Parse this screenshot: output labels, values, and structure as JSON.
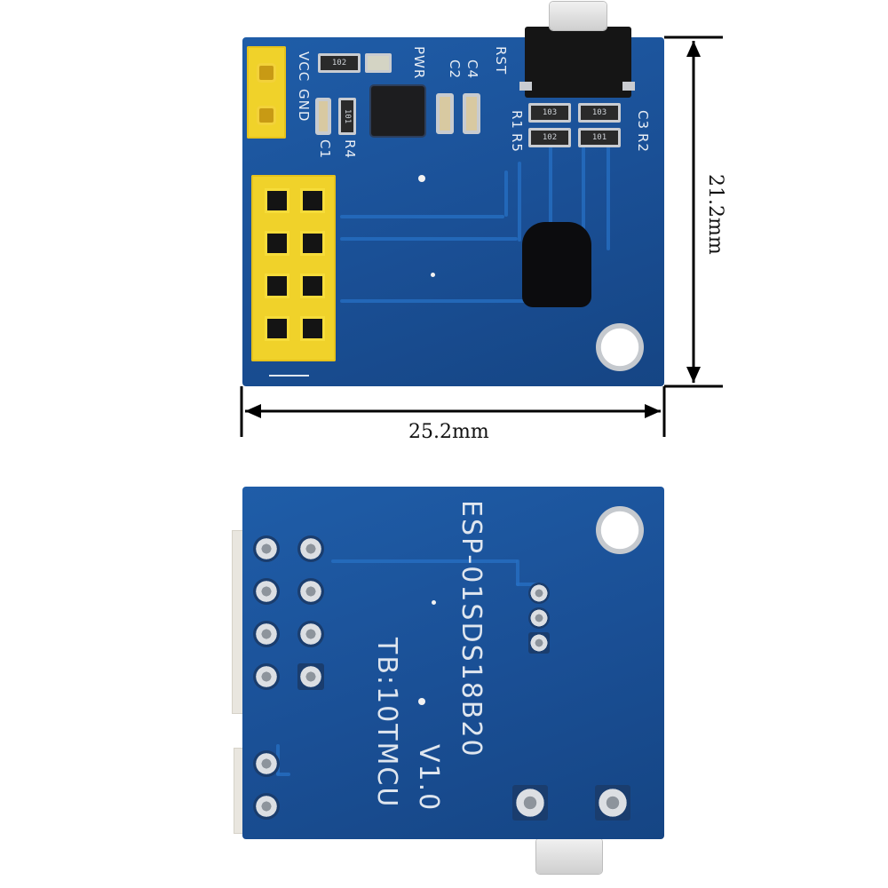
{
  "dimensions": {
    "width_label": "25.2mm",
    "height_label": "21.2mm"
  },
  "front": {
    "silkscreen": {
      "vcc": "VCC",
      "gnd": "GND",
      "pwr": "PWR",
      "rst": "RST",
      "c4": "C4",
      "c2": "C2",
      "r1": "R1",
      "r5": "R5",
      "c3": "C3",
      "r2": "R2",
      "c1": "C1",
      "r4": "R4"
    },
    "resistor_codes": {
      "r_top": "102",
      "r4": "101",
      "r1": "103",
      "r5": "102",
      "c3": "103",
      "r2": "101"
    }
  },
  "back": {
    "text_lines": {
      "line1": "ESP-01SDS18B20",
      "line2": "V1.0",
      "line3": "TB:10TMCU"
    }
  },
  "colors": {
    "pcb_blue": "#1a4f95",
    "header_yellow": "#f0d22a",
    "silkscreen_white": "#e9eef5"
  }
}
